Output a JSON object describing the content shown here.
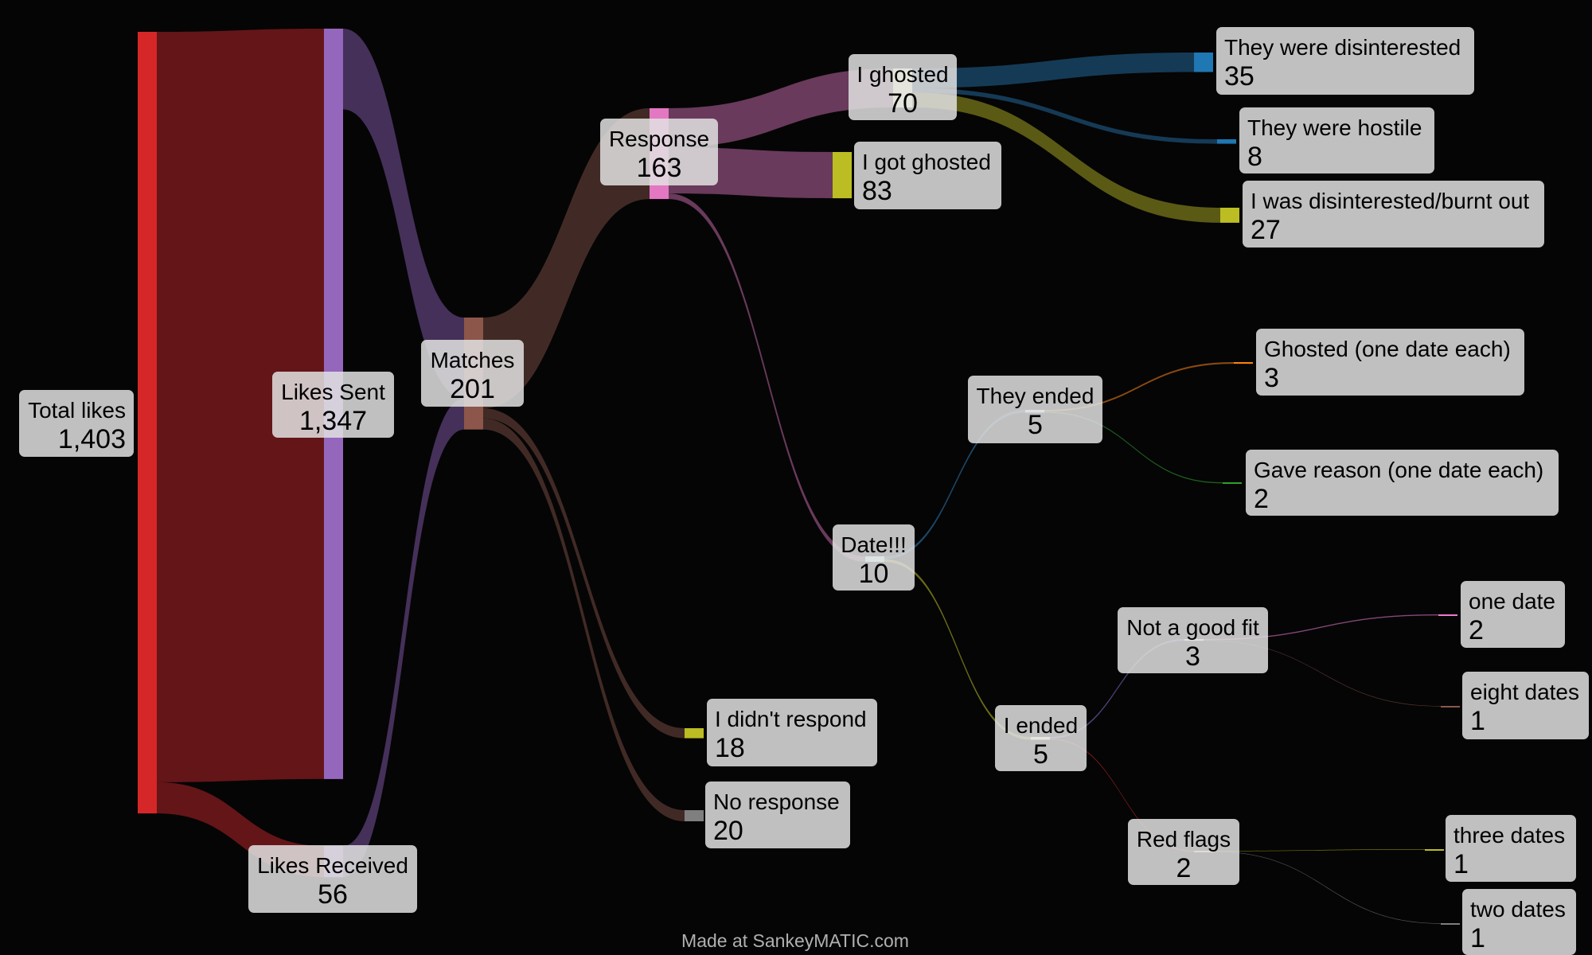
{
  "chart_data": {
    "type": "sankey",
    "footer": "Made at SankeyMATIC.com",
    "nodes": [
      {
        "id": "total",
        "label": "Total likes",
        "value": 1403,
        "color": "#d62728"
      },
      {
        "id": "sent",
        "label": "Likes Sent",
        "value": 1347,
        "color": "#9467bd"
      },
      {
        "id": "received",
        "label": "Likes Received",
        "value": 56,
        "color": "#9467bd"
      },
      {
        "id": "matches",
        "label": "Matches",
        "value": 201,
        "color": "#8c564b"
      },
      {
        "id": "response",
        "label": "Response",
        "value": 163,
        "color": "#e377c2"
      },
      {
        "id": "didnt",
        "label": "I didn't respond",
        "value": 18,
        "color": "#bcbd22"
      },
      {
        "id": "noresp",
        "label": "No response",
        "value": 20,
        "color": "#7f7f7f"
      },
      {
        "id": "ighosted",
        "label": "I ghosted",
        "value": 70,
        "color": "#f5f5c8"
      },
      {
        "id": "gotghosted",
        "label": "I got ghosted",
        "value": 83,
        "color": "#bcbd22"
      },
      {
        "id": "date",
        "label": "Date!!!",
        "value": 10,
        "color": "#b8f2f2"
      },
      {
        "id": "disint",
        "label": "They were disinterested",
        "value": 35,
        "color": "#1f77b4"
      },
      {
        "id": "hostile",
        "label": "They were hostile",
        "value": 8,
        "color": "#1f77b4"
      },
      {
        "id": "burnt",
        "label": "I was disinterested/burnt out",
        "value": 27,
        "color": "#bcbd22"
      },
      {
        "id": "theyended",
        "label": "They ended",
        "value": 5,
        "color": "#c6e2f5"
      },
      {
        "id": "iended",
        "label": "I ended",
        "value": 5,
        "color": "#fbfbd0"
      },
      {
        "id": "ghosted1",
        "label": "Ghosted (one date each)",
        "value": 3,
        "color": "#ff7f0e"
      },
      {
        "id": "gave",
        "label": "Gave reason (one date each)",
        "value": 2,
        "color": "#2ca02c"
      },
      {
        "id": "notgood",
        "label": "Not a good fit",
        "value": 3,
        "color": "#e8dcf2"
      },
      {
        "id": "redflags",
        "label": "Red flags",
        "value": 2,
        "color": "#ffb0a8"
      },
      {
        "id": "onedate",
        "label": "one date",
        "value": 2,
        "color": "#f07ad0"
      },
      {
        "id": "eight",
        "label": "eight dates",
        "value": 1,
        "color": "#8c564b"
      },
      {
        "id": "three",
        "label": "three dates",
        "value": 1,
        "color": "#bcbd22"
      },
      {
        "id": "two",
        "label": "two dates",
        "value": 1,
        "color": "#7f7f7f"
      }
    ],
    "flows": [
      {
        "source": "total",
        "target": "sent",
        "value": 1347,
        "color": "#641518"
      },
      {
        "source": "total",
        "target": "received",
        "value": 56,
        "color": "#641518"
      },
      {
        "source": "sent",
        "target": "matches",
        "value": 145,
        "color": "#45305a"
      },
      {
        "source": "received",
        "target": "matches",
        "value": 56,
        "color": "#45305a"
      },
      {
        "source": "matches",
        "target": "response",
        "value": 163,
        "color": "#412a25"
      },
      {
        "source": "matches",
        "target": "didnt",
        "value": 18,
        "color": "#412a25"
      },
      {
        "source": "matches",
        "target": "noresp",
        "value": 20,
        "color": "#412a25"
      },
      {
        "source": "response",
        "target": "ighosted",
        "value": 70,
        "color": "#693a5b"
      },
      {
        "source": "response",
        "target": "gotghosted",
        "value": 83,
        "color": "#693a5b"
      },
      {
        "source": "response",
        "target": "date",
        "value": 10,
        "color": "#693a5b"
      },
      {
        "source": "ighosted",
        "target": "disint",
        "value": 35,
        "color": "#153a56"
      },
      {
        "source": "ighosted",
        "target": "hostile",
        "value": 8,
        "color": "#153a56"
      },
      {
        "source": "ighosted",
        "target": "burnt",
        "value": 27,
        "color": "#5a5a15"
      },
      {
        "source": "date",
        "target": "theyended",
        "value": 5,
        "color": "#1c4666"
      },
      {
        "source": "date",
        "target": "iended",
        "value": 5,
        "color": "#6a6a18"
      },
      {
        "source": "theyended",
        "target": "ghosted1",
        "value": 3,
        "color": "#8a4a10"
      },
      {
        "source": "theyended",
        "target": "gave",
        "value": 2,
        "color": "#1e5e1e"
      },
      {
        "source": "iended",
        "target": "notgood",
        "value": 3,
        "color": "#54427a"
      },
      {
        "source": "iended",
        "target": "redflags",
        "value": 2,
        "color": "#7a1a1a"
      },
      {
        "source": "notgood",
        "target": "onedate",
        "value": 2,
        "color": "#854878"
      },
      {
        "source": "notgood",
        "target": "eight",
        "value": 1,
        "color": "#553530"
      },
      {
        "source": "redflags",
        "target": "three",
        "value": 1,
        "color": "#70700f"
      },
      {
        "source": "redflags",
        "target": "two",
        "value": 1,
        "color": "#555555"
      }
    ]
  }
}
